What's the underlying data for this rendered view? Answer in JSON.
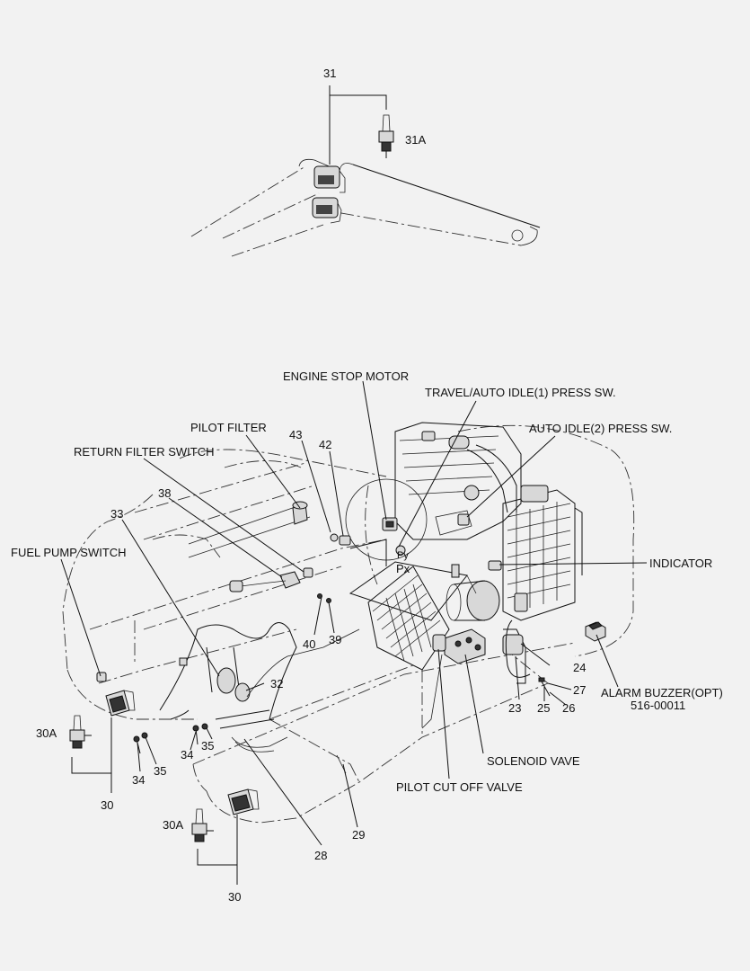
{
  "labels": {
    "engine_stop_motor": "ENGINE STOP MOTOR",
    "travel_auto_idle1": "TRAVEL/AUTO IDLE(1) PRESS SW.",
    "auto_idle2": "AUTO IDLE(2) PRESS SW.",
    "pilot_filter": "PILOT FILTER",
    "return_filter_switch": "RETURN FILTER SWITCH",
    "fuel_pump_switch": "FUEL PUMP SWITCH",
    "indicator": "INDICATOR",
    "alarm_buzzer": "ALARM BUZZER(OPT)",
    "alarm_buzzer_part": "516-00011",
    "solenoid_vave": "SOLENOID VAVE",
    "pilot_cut_off_valve": "PILOT CUT OFF VALVE",
    "px": "Px",
    "py": "Py"
  },
  "numbers": {
    "n31": "31",
    "n31a": "31A",
    "n43": "43",
    "n42": "42",
    "n38": "38",
    "n33": "33",
    "n40": "40",
    "n39": "39",
    "n32": "32",
    "n30a_left": "30A",
    "n30_left": "30",
    "n34_left": "34",
    "n35_left": "35",
    "n34_mid": "34",
    "n35_mid": "35",
    "n30a_bottom": "30A",
    "n30_bottom": "30",
    "n28": "28",
    "n29": "29",
    "n24": "24",
    "n23": "23",
    "n27": "27",
    "n25": "25",
    "n26": "26"
  }
}
